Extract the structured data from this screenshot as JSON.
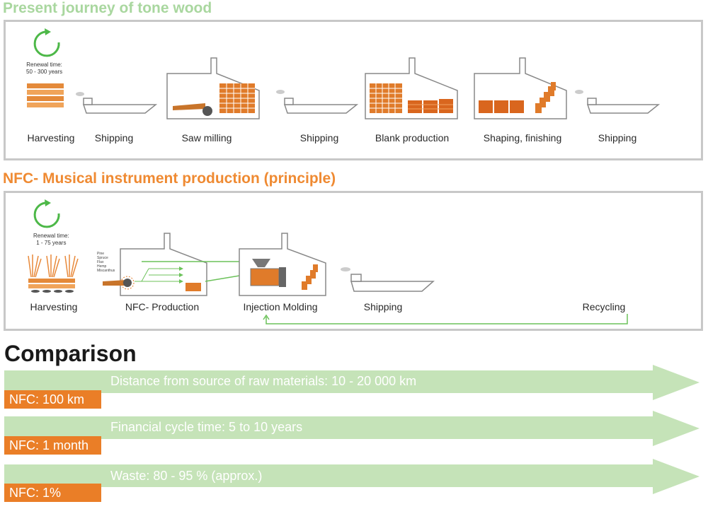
{
  "titles": {
    "present": "Present journey of tone wood",
    "nfc": "NFC- Musical instrument production (principle)",
    "comparison": "Comparison"
  },
  "present_panel": {
    "renewal_line1": "Renewal time:",
    "renewal_line2": "50 - 300 years",
    "steps": [
      "Harvesting",
      "Shipping",
      "Saw milling",
      "Shipping",
      "Blank production",
      "Shaping, finishing",
      "Shipping"
    ]
  },
  "nfc_panel": {
    "renewal_line1": "Renewal time:",
    "renewal_line2": "1 - 75 years",
    "materials": [
      "Pine",
      "Spruce",
      "Flax",
      "Hemp",
      "Miscanthus"
    ],
    "steps": [
      "Harvesting",
      "NFC- Production",
      "Injection Molding",
      "Shipping",
      "Recycling"
    ]
  },
  "comparison": [
    {
      "text": "Distance from source of raw materials: 10 - 20 000 km",
      "nfc": "NFC: 100 km"
    },
    {
      "text": "Financial cycle time: 5 to 10 years",
      "nfc": "NFC: 1 month"
    },
    {
      "text": "Waste: 80 - 95 % (approx.)",
      "nfc": "NFC: 1%"
    }
  ],
  "colors": {
    "green": "#a9d79f",
    "orange": "#ea7e27",
    "dark_green_arrow": "#6cc25a",
    "panel_border": "#c8c8c8"
  }
}
